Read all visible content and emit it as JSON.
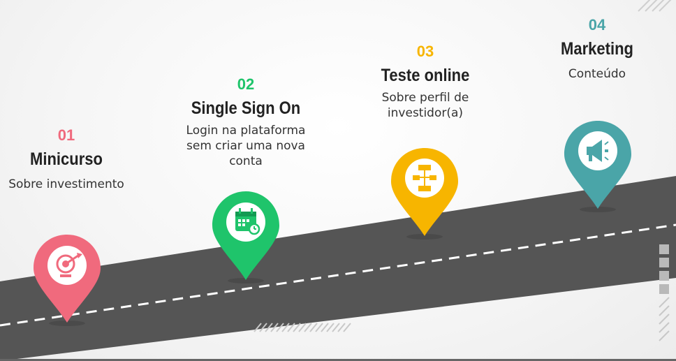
{
  "steps": [
    {
      "number": "01",
      "title": "Minicurso",
      "description": "Sobre investimento",
      "color": "#f06a7d",
      "icon": "target-icon"
    },
    {
      "number": "02",
      "title": "Single Sign On",
      "description": "Login na plataforma sem criar uma nova conta",
      "color": "#1fc46b",
      "icon": "calendar-icon"
    },
    {
      "number": "03",
      "title": "Teste online",
      "description": "Sobre perfil de investidor(a)",
      "color": "#f7b500",
      "icon": "flowchart-icon"
    },
    {
      "number": "04",
      "title": "Marketing",
      "description": "Conteúdo",
      "color": "#4aa5a8",
      "icon": "megaphone-icon"
    }
  ],
  "road_color": "#555555",
  "stripe_color": "#ffffff"
}
